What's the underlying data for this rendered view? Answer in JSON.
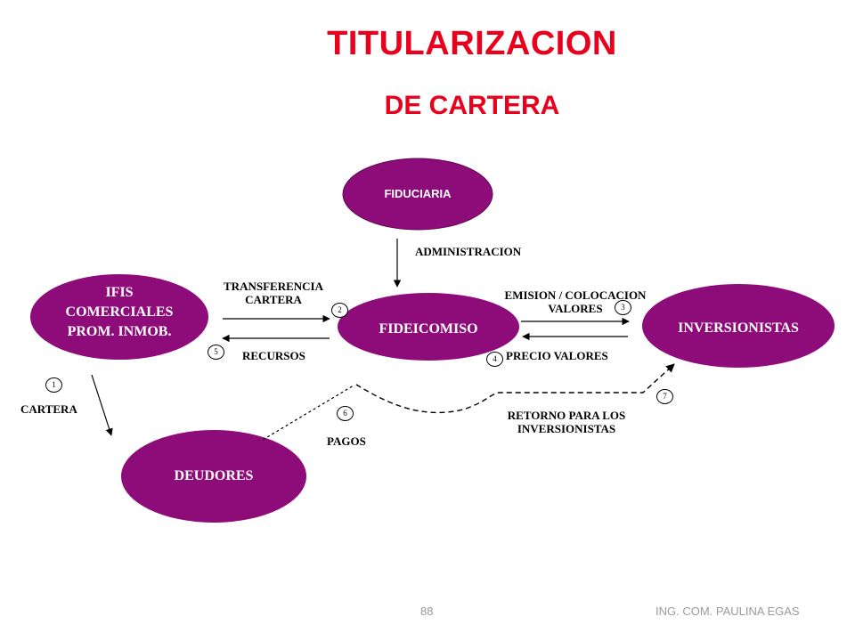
{
  "title": "TITULARIZACION",
  "subtitle": "DE CARTERA",
  "nodes": {
    "fiduciaria": "FIDUCIARIA",
    "ifis": [
      "IFIS",
      "COMERCIALES",
      "PROM. INMOB."
    ],
    "fideicomiso": "FIDEICOMISO",
    "inversionistas": "INVERSIONISTAS",
    "deudores": "DEUDORES"
  },
  "edges": {
    "administracion": "ADMINISTRACION",
    "transferencia": [
      "TRANSFERENCIA",
      "CARTERA"
    ],
    "recursos": "RECURSOS",
    "emision": [
      "EMISION / COLOCACION",
      "VALORES"
    ],
    "precio": "PRECIO VALORES",
    "cartera": "CARTERA",
    "pagos": "PAGOS",
    "retorno": [
      "RETORNO PARA LOS",
      "INVERSIONISTAS"
    ]
  },
  "steps": [
    "1",
    "2",
    "3",
    "4",
    "5",
    "6",
    "7"
  ],
  "colors": {
    "title": "#e8001c",
    "node": "#8e0c7a",
    "footer": "#9a9a9a"
  },
  "footer": {
    "page": "88",
    "author": "ING. COM. PAULINA EGAS"
  }
}
